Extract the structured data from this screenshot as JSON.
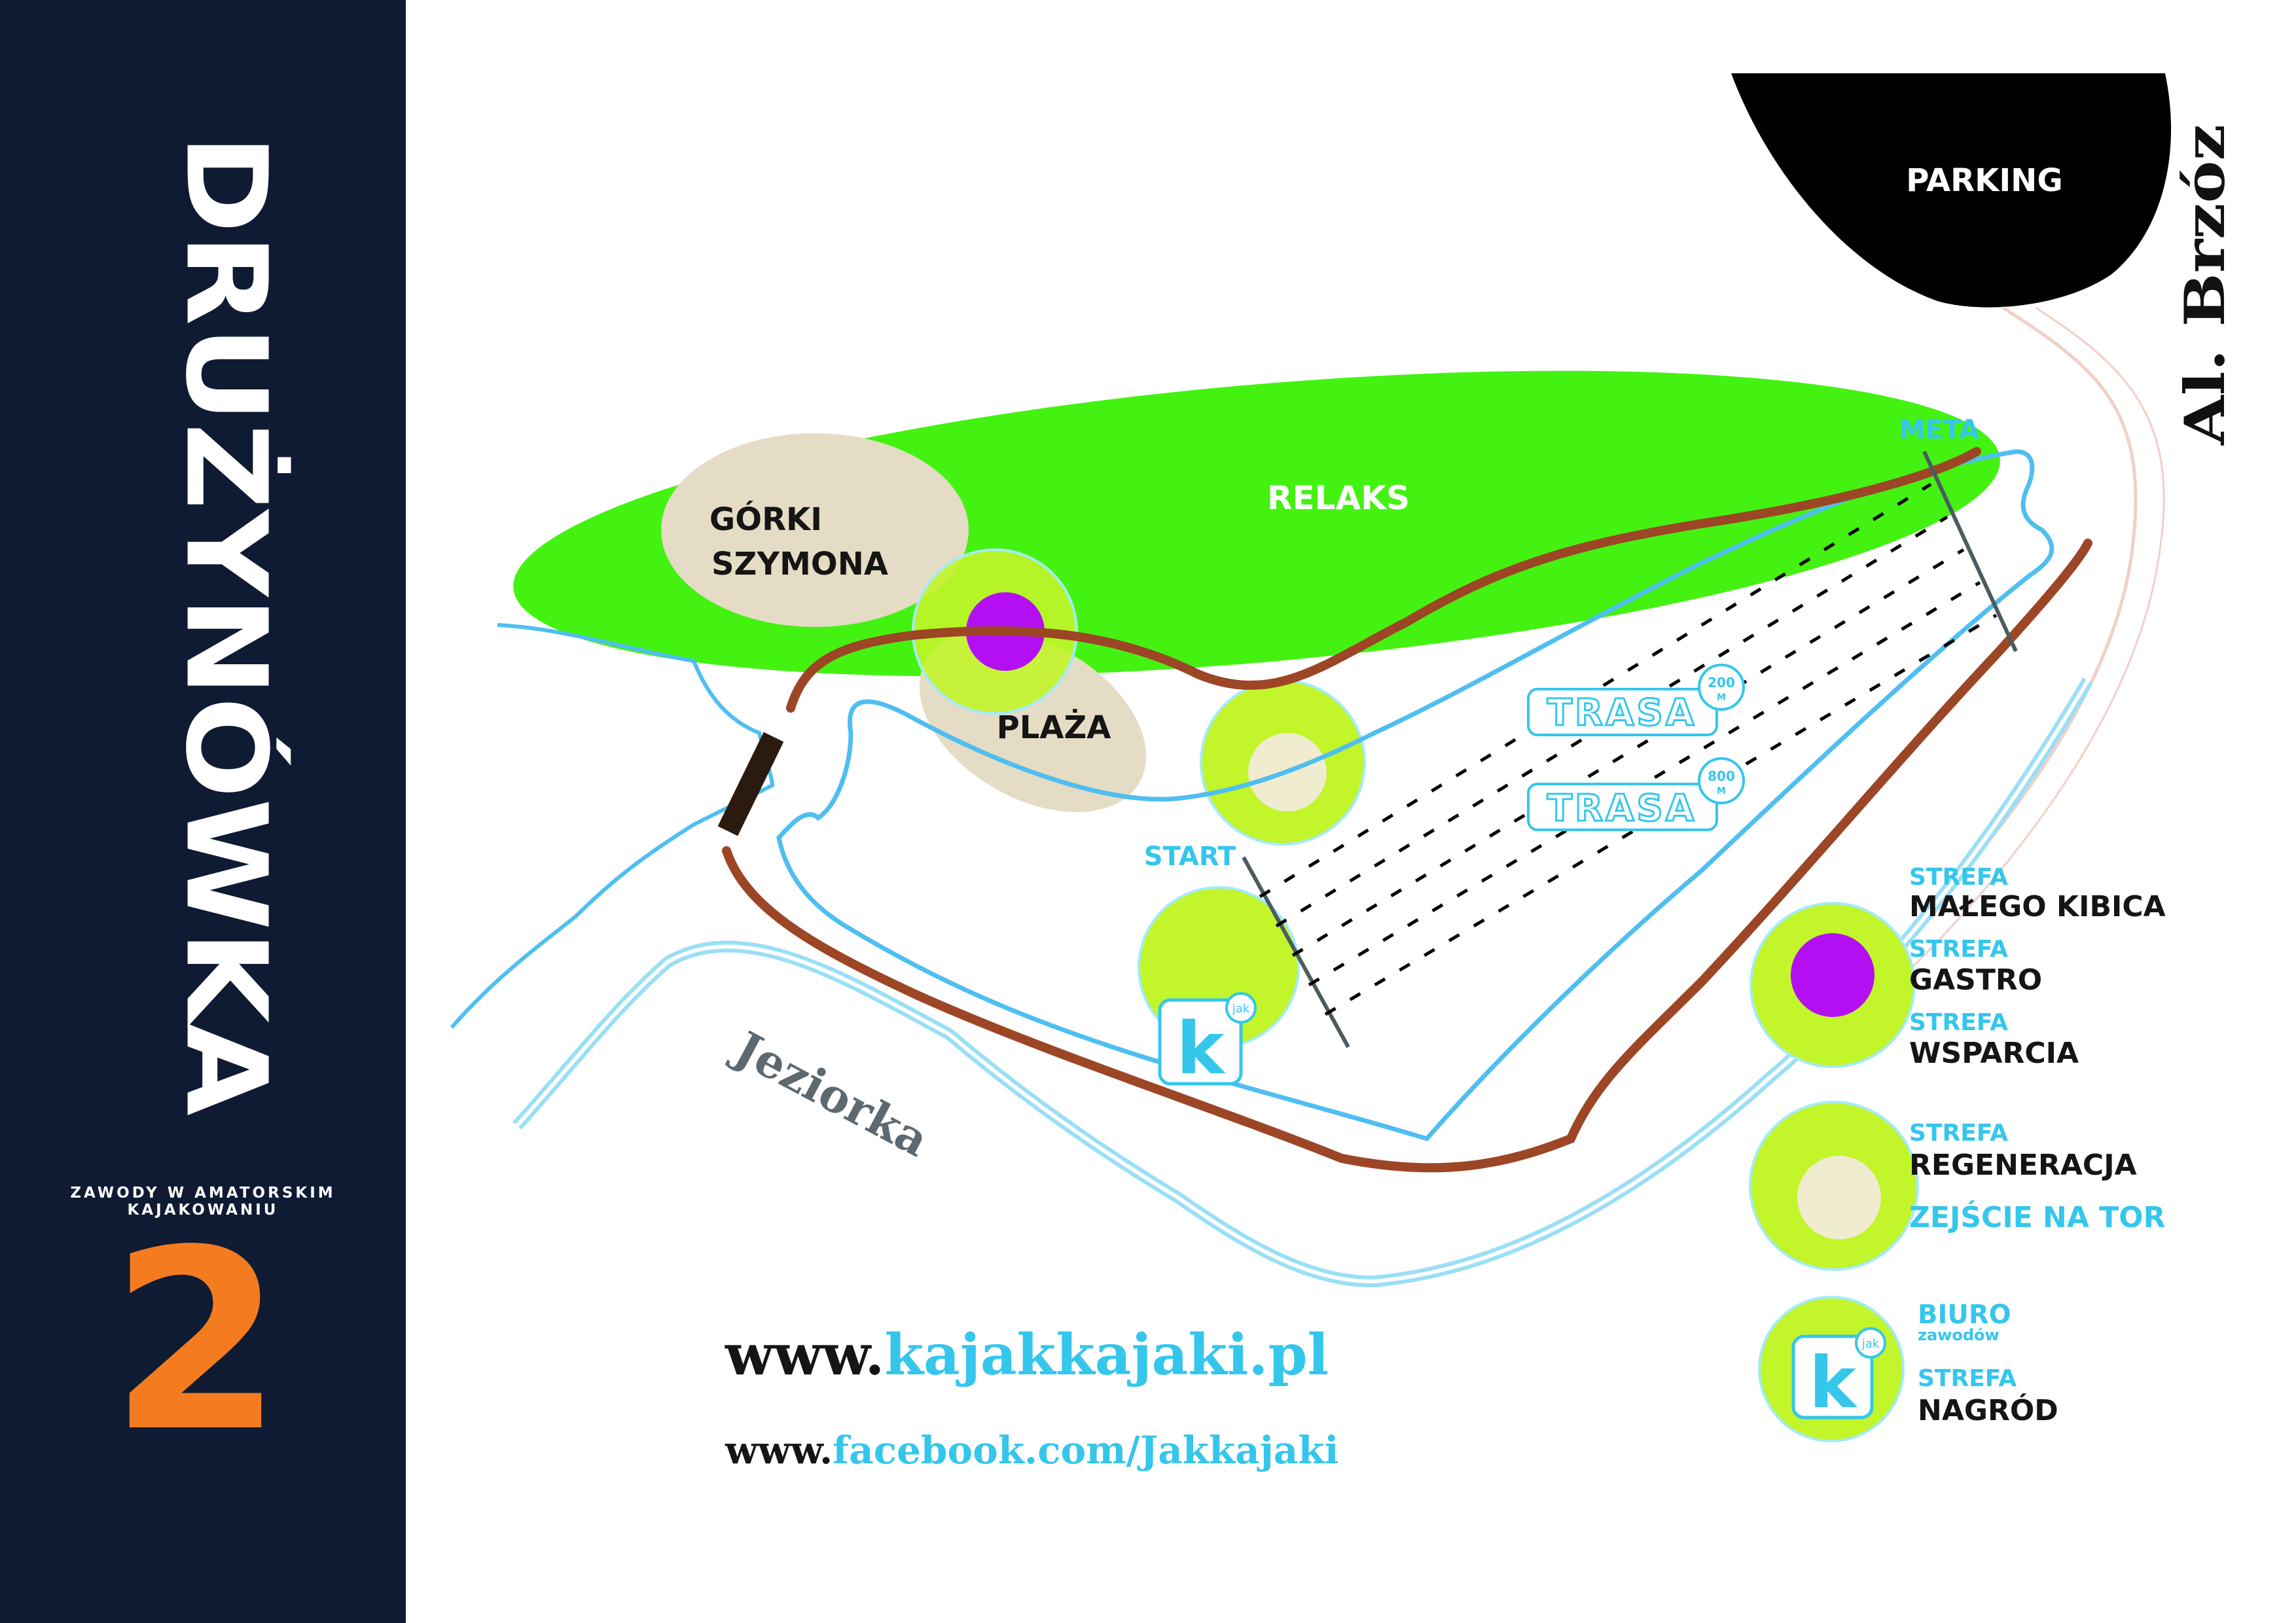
{
  "poster": {
    "title": "DRUŻYNÓWKA",
    "subtitle": "ZAWODY W AMATORSKIM KAJAKOWANIU",
    "number": "2"
  },
  "map": {
    "parking": "PARKING",
    "street": "Al. Brzóz",
    "relaks": "RELAKS",
    "gorki_line1": "GÓRKI",
    "gorki_line2": "SZYMONA",
    "plaza": "PLAŻA",
    "meta": "META",
    "start": "START",
    "river": "Jeziorka",
    "trasa_200": "TRASA",
    "trasa_200_badge": "200",
    "trasa_800": "TRASA",
    "trasa_800_badge": "800",
    "badge_unit": "M",
    "k_logo": "k",
    "k_logo_small": "jak"
  },
  "legend": {
    "strefa_1": "STREFA",
    "malego_kibica": "MAŁEGO KIBICA",
    "strefa_2": "STREFA",
    "gastro": "GASTRO",
    "strefa_3": "STREFA",
    "wsparcia": "WSPARCIA",
    "strefa_4": "STREFA",
    "regeneracja": "REGENERACJA",
    "zejscie": "ZEJŚCIE NA TOR",
    "biuro": "BIURO",
    "zawodow": "zawodów",
    "strefa_5": "STREFA",
    "nagrod": "NAGRÓD"
  },
  "links": {
    "www_prefix": "www.",
    "www_domain": "kajakkajaki.pl",
    "fb_prefix": "www.",
    "fb_domain": "facebook.com/Jakkajaki"
  },
  "colors": {
    "sidebar": "#0f1b33",
    "orange": "#f47b20",
    "lime": "#c2f52a",
    "green": "#44f212",
    "sand": "#e4dcc4",
    "purple": "#b30ff2",
    "brown": "#9c4626",
    "water": "#4fbef0",
    "cyan_text": "#35c6ec",
    "dark": "#151515"
  }
}
